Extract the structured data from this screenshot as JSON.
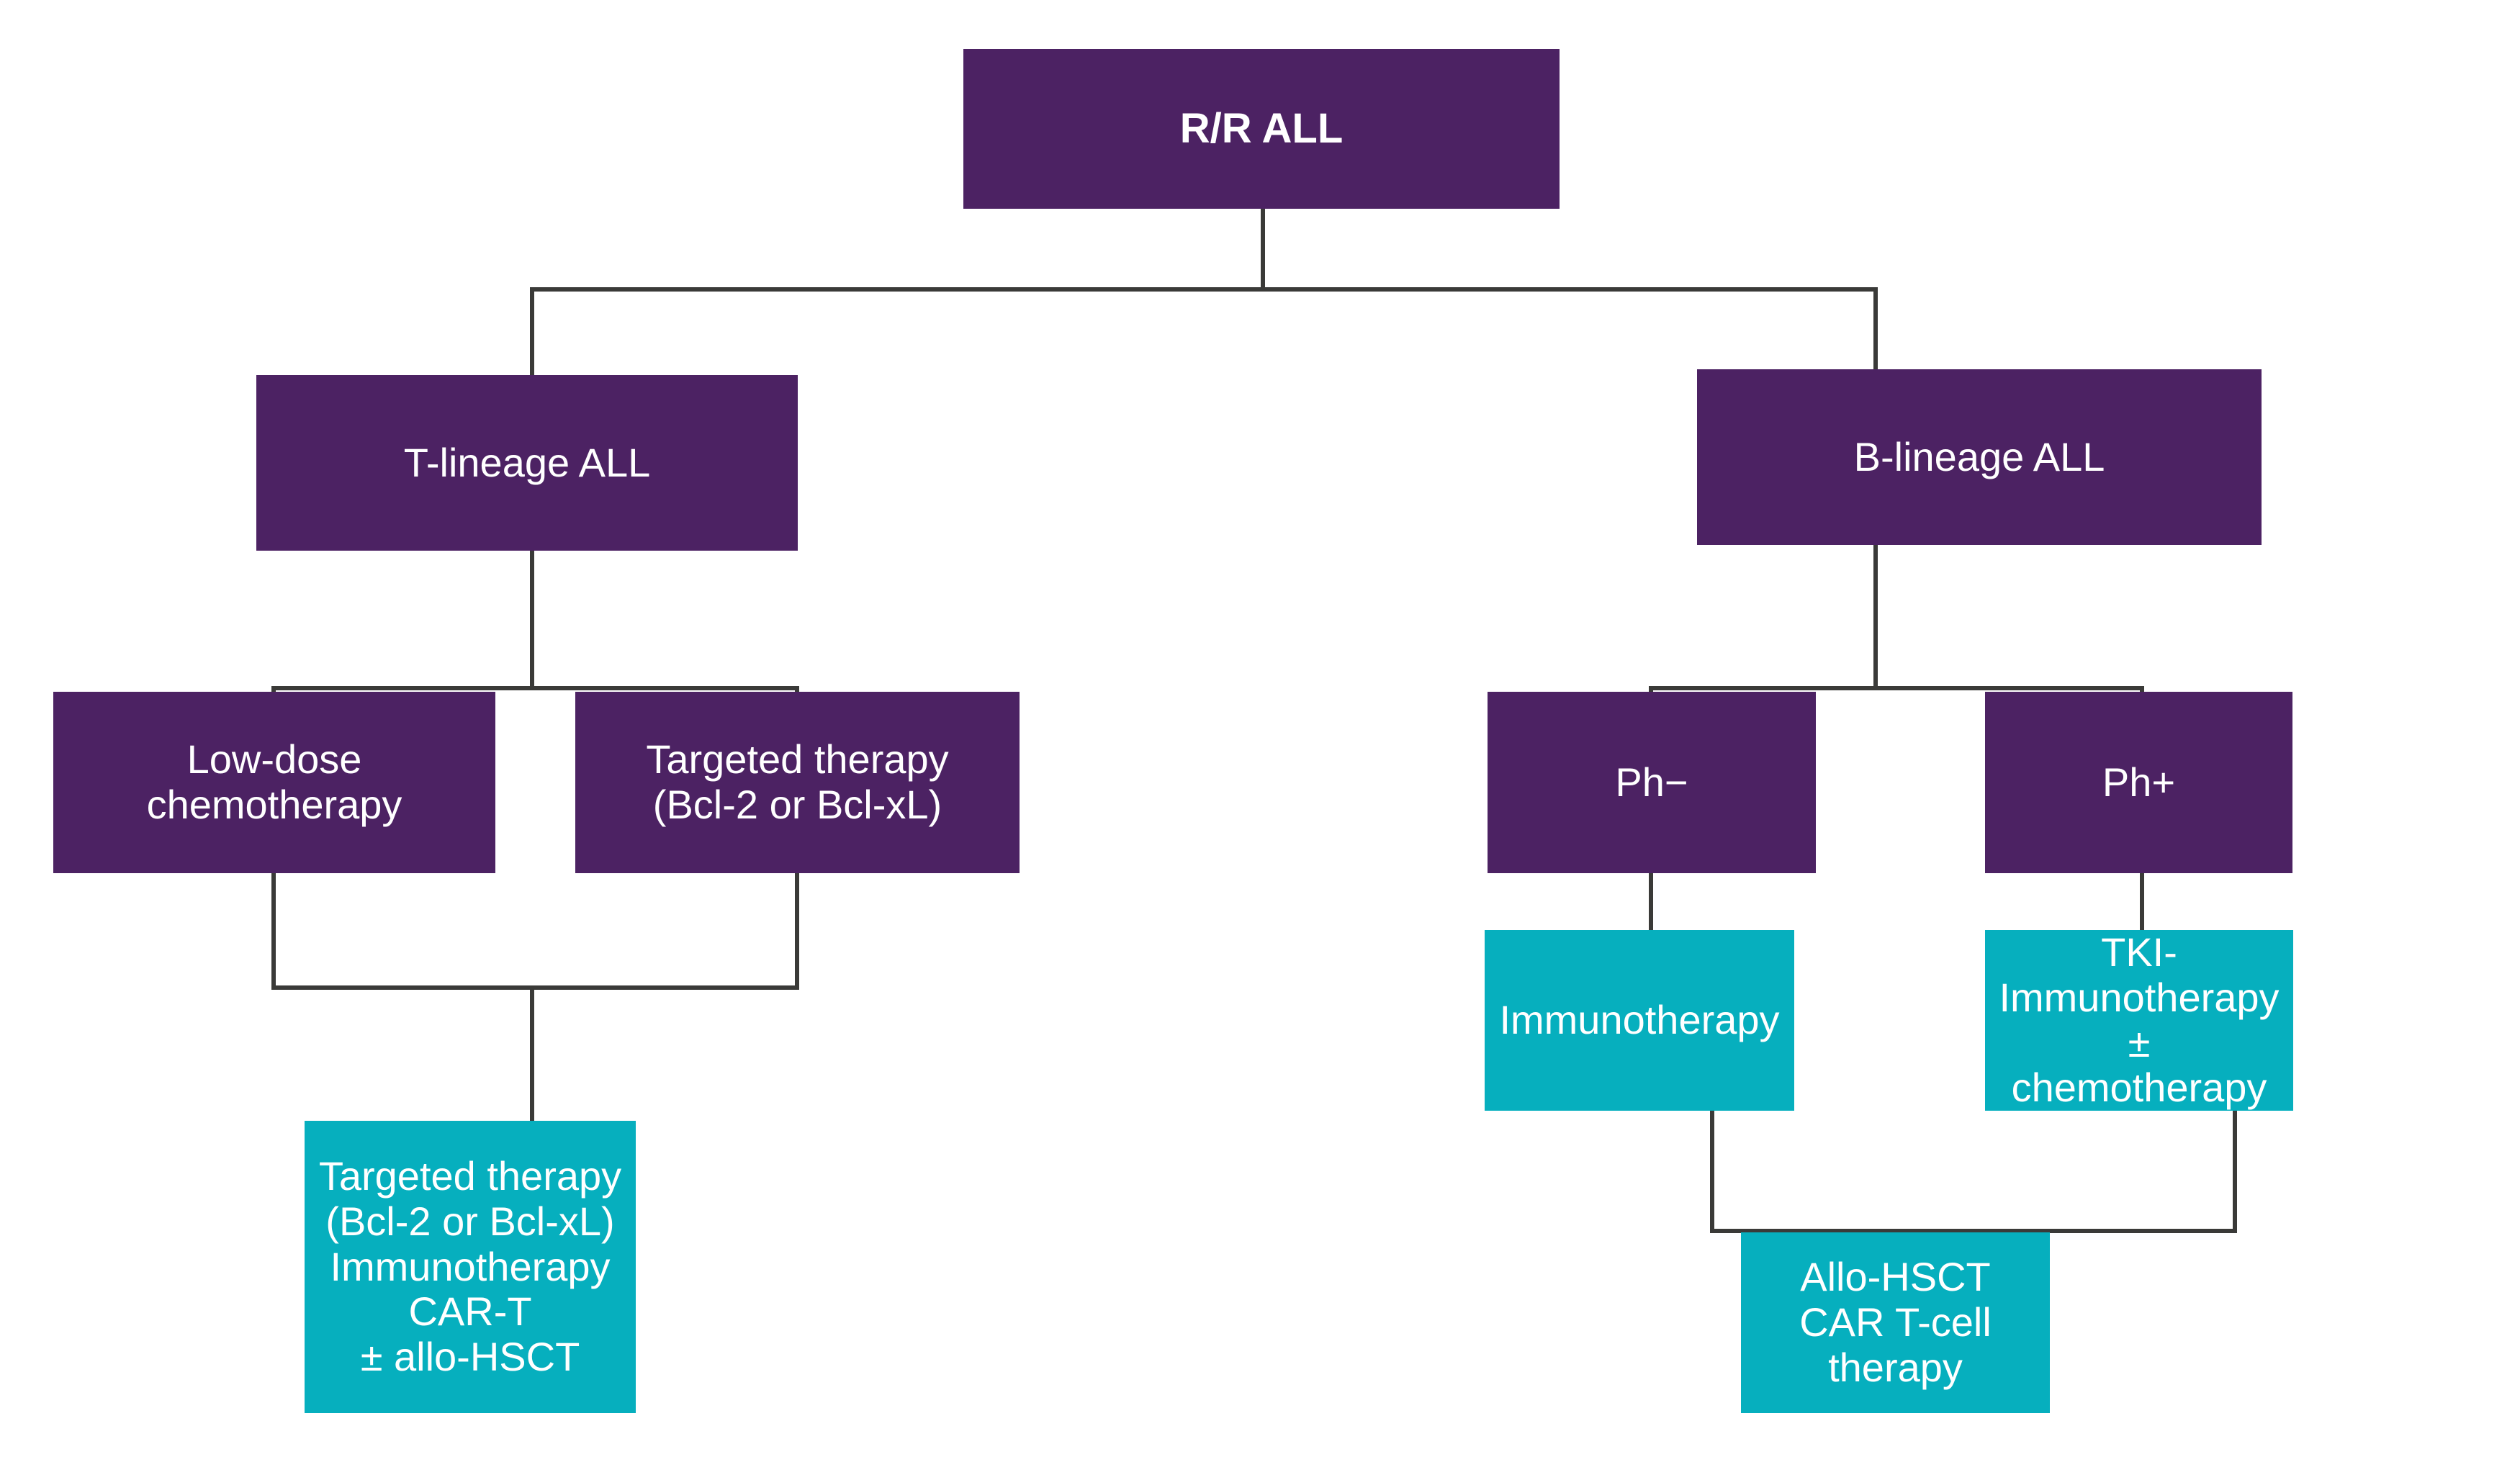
{
  "diagram": {
    "title": "R/R ALL treatment algorithm",
    "colors": {
      "purple": "#4c2263",
      "teal": "#06AFBE",
      "connector": "#3a3a38",
      "background": "#ffffff",
      "text": "#ffffff"
    }
  },
  "nodes": {
    "root": {
      "label": "R/R ALL",
      "type": "purple"
    },
    "t_lineage": {
      "label": "T-lineage ALL",
      "type": "purple"
    },
    "b_lineage": {
      "label": "B-lineage ALL",
      "type": "purple"
    },
    "low_dose_chemo": {
      "label": "Low-dose\nchemotherapy",
      "type": "purple"
    },
    "targeted_therapy": {
      "label": "Targeted therapy\n(Bcl-2 or Bcl-xL)",
      "type": "purple"
    },
    "ph_neg": {
      "label": "Ph−",
      "type": "purple"
    },
    "ph_pos": {
      "label": "Ph+",
      "type": "purple"
    },
    "immunotherapy": {
      "label": "Immunotherapy",
      "type": "teal"
    },
    "tki_immuno": {
      "label": "TKI-\nImmunotherapy ±\nchemotherapy",
      "type": "teal"
    },
    "t_outcome": {
      "label": "Targeted therapy\n(Bcl-2 or Bcl-xL)\nImmunotherapy\nCAR-T\n± allo-HSCT",
      "type": "teal"
    },
    "b_outcome": {
      "label": "Allo-HSCT\nCAR T-cell therapy",
      "type": "teal"
    }
  },
  "chart_data": {
    "type": "diagram",
    "title": "R/R ALL treatment algorithm",
    "layout": "top-down flowchart",
    "levels": [
      {
        "level": 0,
        "nodes": [
          "R/R ALL"
        ]
      },
      {
        "level": 1,
        "nodes": [
          "T-lineage ALL",
          "B-lineage ALL"
        ]
      },
      {
        "level": 2,
        "nodes": [
          "Low-dose chemotherapy",
          "Targeted therapy (Bcl-2 or Bcl-xL)",
          "Ph−",
          "Ph+"
        ]
      },
      {
        "level": 3,
        "nodes": [
          "Immunotherapy",
          "TKI-Immunotherapy ± chemotherapy"
        ]
      },
      {
        "level": 4,
        "nodes": [
          "Targeted therapy (Bcl-2 or Bcl-xL) Immunotherapy CAR-T ± allo-HSCT",
          "Allo-HSCT CAR T-cell therapy"
        ]
      }
    ],
    "edges": [
      {
        "from": "R/R ALL",
        "to": "T-lineage ALL"
      },
      {
        "from": "R/R ALL",
        "to": "B-lineage ALL"
      },
      {
        "from": "T-lineage ALL",
        "to": "Low-dose chemotherapy"
      },
      {
        "from": "T-lineage ALL",
        "to": "Targeted therapy (Bcl-2 or Bcl-xL)"
      },
      {
        "from": "Low-dose chemotherapy",
        "to": "Targeted therapy (Bcl-2 or Bcl-xL) Immunotherapy CAR-T ± allo-HSCT"
      },
      {
        "from": "Targeted therapy (Bcl-2 or Bcl-xL)",
        "to": "Targeted therapy (Bcl-2 or Bcl-xL) Immunotherapy CAR-T ± allo-HSCT"
      },
      {
        "from": "B-lineage ALL",
        "to": "Ph−"
      },
      {
        "from": "B-lineage ALL",
        "to": "Ph+"
      },
      {
        "from": "Ph−",
        "to": "Immunotherapy"
      },
      {
        "from": "Ph+",
        "to": "TKI-Immunotherapy ± chemotherapy"
      },
      {
        "from": "Immunotherapy",
        "to": "Allo-HSCT CAR T-cell therapy"
      },
      {
        "from": "TKI-Immunotherapy ± chemotherapy",
        "to": "Allo-HSCT CAR T-cell therapy"
      }
    ]
  }
}
